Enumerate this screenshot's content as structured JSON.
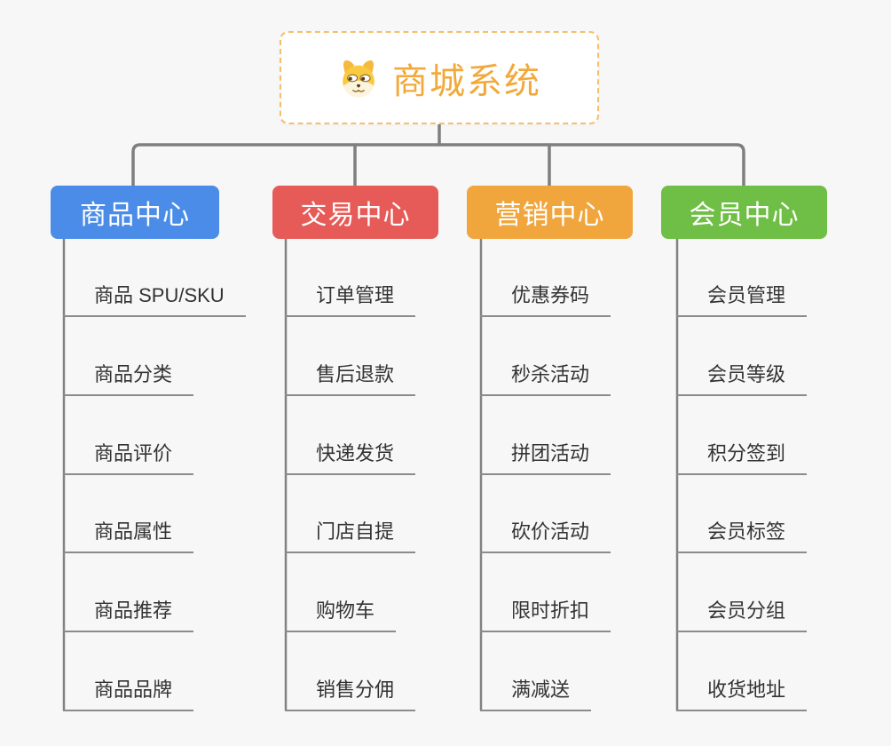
{
  "app": {
    "background_color": "#F7F7F7",
    "connector_color": "#828282"
  },
  "root": {
    "title": "商城系统",
    "title_color": "#F2A93B",
    "border_color": "#F7BE6A",
    "icon": "dog-face-icon"
  },
  "branches": [
    {
      "label": "商品中心",
      "color": "#4A8CE8",
      "items": [
        "商品 SPU/SKU",
        "商品分类",
        "商品评价",
        "商品属性",
        "商品推荐",
        "商品品牌"
      ]
    },
    {
      "label": "交易中心",
      "color": "#E65B57",
      "items": [
        "订单管理",
        "售后退款",
        "快递发货",
        "门店自提",
        "购物车",
        "销售分佣"
      ]
    },
    {
      "label": "营销中心",
      "color": "#F0A63C",
      "items": [
        "优惠券码",
        "秒杀活动",
        "拼团活动",
        "砍价活动",
        "限时折扣",
        "满减送"
      ]
    },
    {
      "label": "会员中心",
      "color": "#6FBE45",
      "items": [
        "会员管理",
        "会员等级",
        "积分签到",
        "会员标签",
        "会员分组",
        "收货地址"
      ]
    }
  ]
}
